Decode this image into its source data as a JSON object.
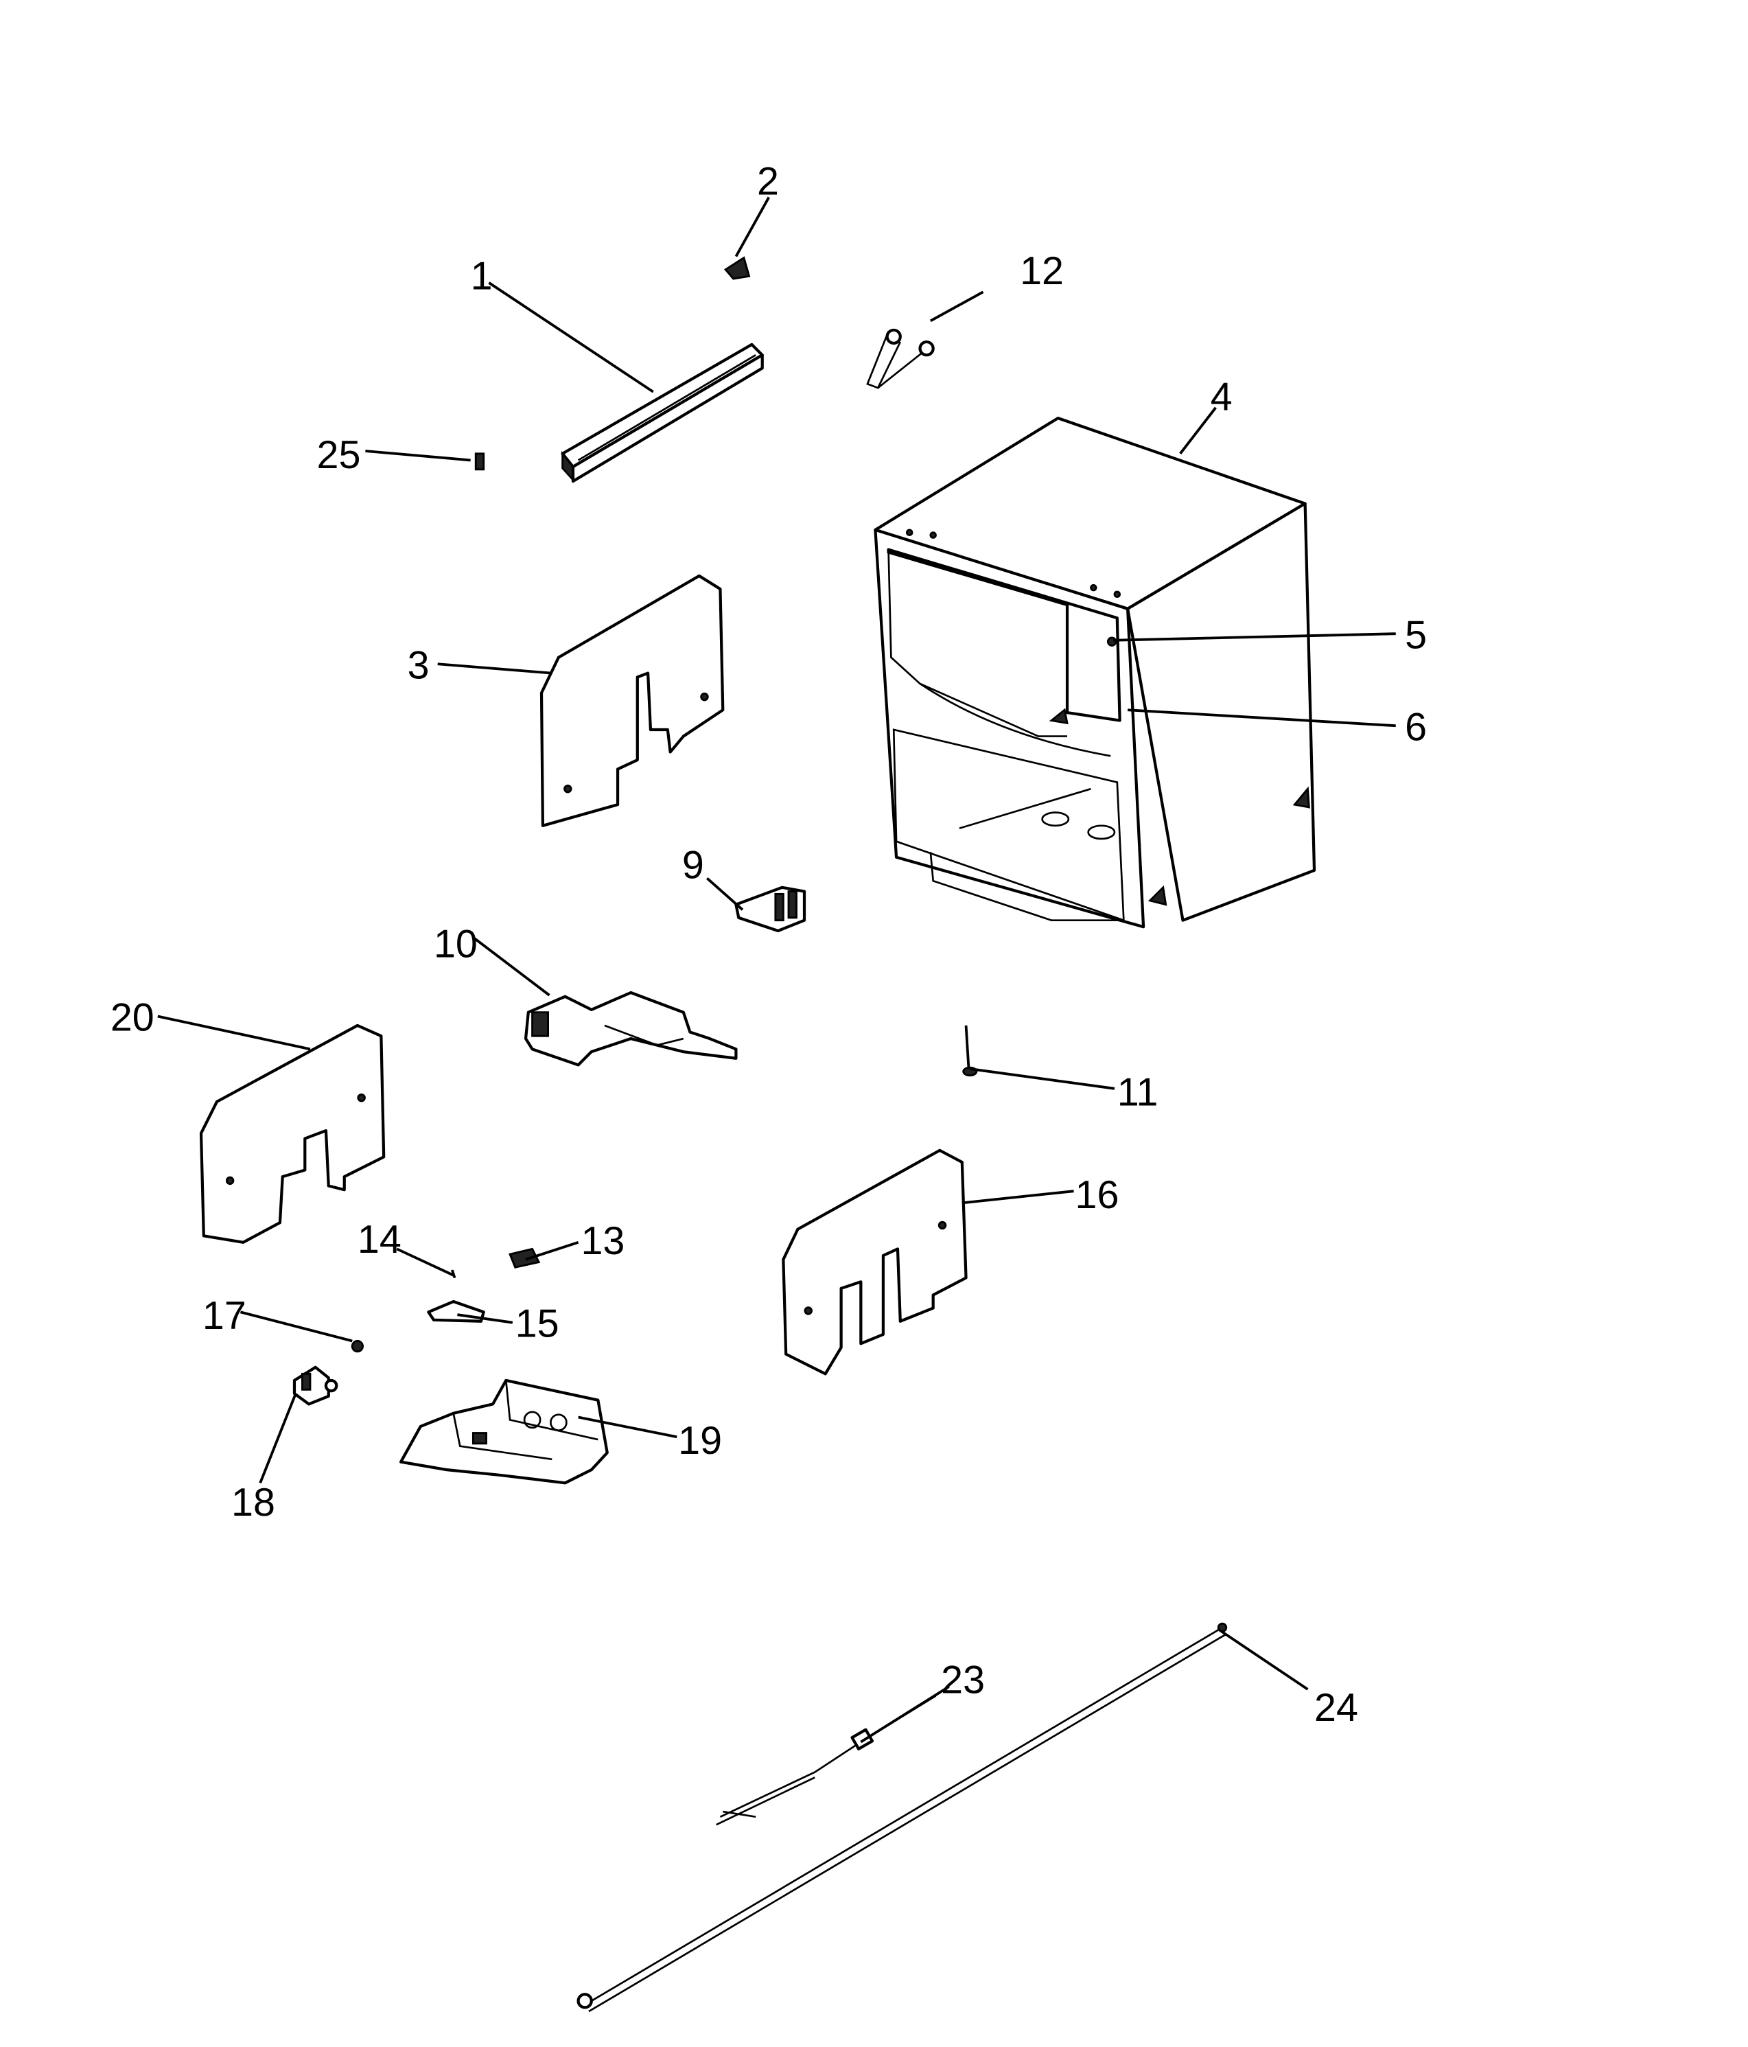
{
  "diagram": {
    "type": "exploded-parts-diagram",
    "callouts": [
      {
        "id": "1",
        "part": "rail"
      },
      {
        "id": "2",
        "part": "clip"
      },
      {
        "id": "3",
        "part": "side-panel"
      },
      {
        "id": "4",
        "part": "tub-cabinet"
      },
      {
        "id": "5",
        "part": "fastener"
      },
      {
        "id": "6",
        "part": "gasket"
      },
      {
        "id": "9",
        "part": "switch"
      },
      {
        "id": "10",
        "part": "bracket-assembly"
      },
      {
        "id": "11",
        "part": "screw"
      },
      {
        "id": "12",
        "part": "wire-clip"
      },
      {
        "id": "13",
        "part": "clip"
      },
      {
        "id": "14",
        "part": "pin"
      },
      {
        "id": "15",
        "part": "bracket"
      },
      {
        "id": "16",
        "part": "side-panel"
      },
      {
        "id": "17",
        "part": "screw"
      },
      {
        "id": "18",
        "part": "valve"
      },
      {
        "id": "19",
        "part": "base-assembly"
      },
      {
        "id": "20",
        "part": "side-panel"
      },
      {
        "id": "23",
        "part": "wire-harness"
      },
      {
        "id": "24",
        "part": "hose"
      },
      {
        "id": "25",
        "part": "clip"
      }
    ]
  }
}
